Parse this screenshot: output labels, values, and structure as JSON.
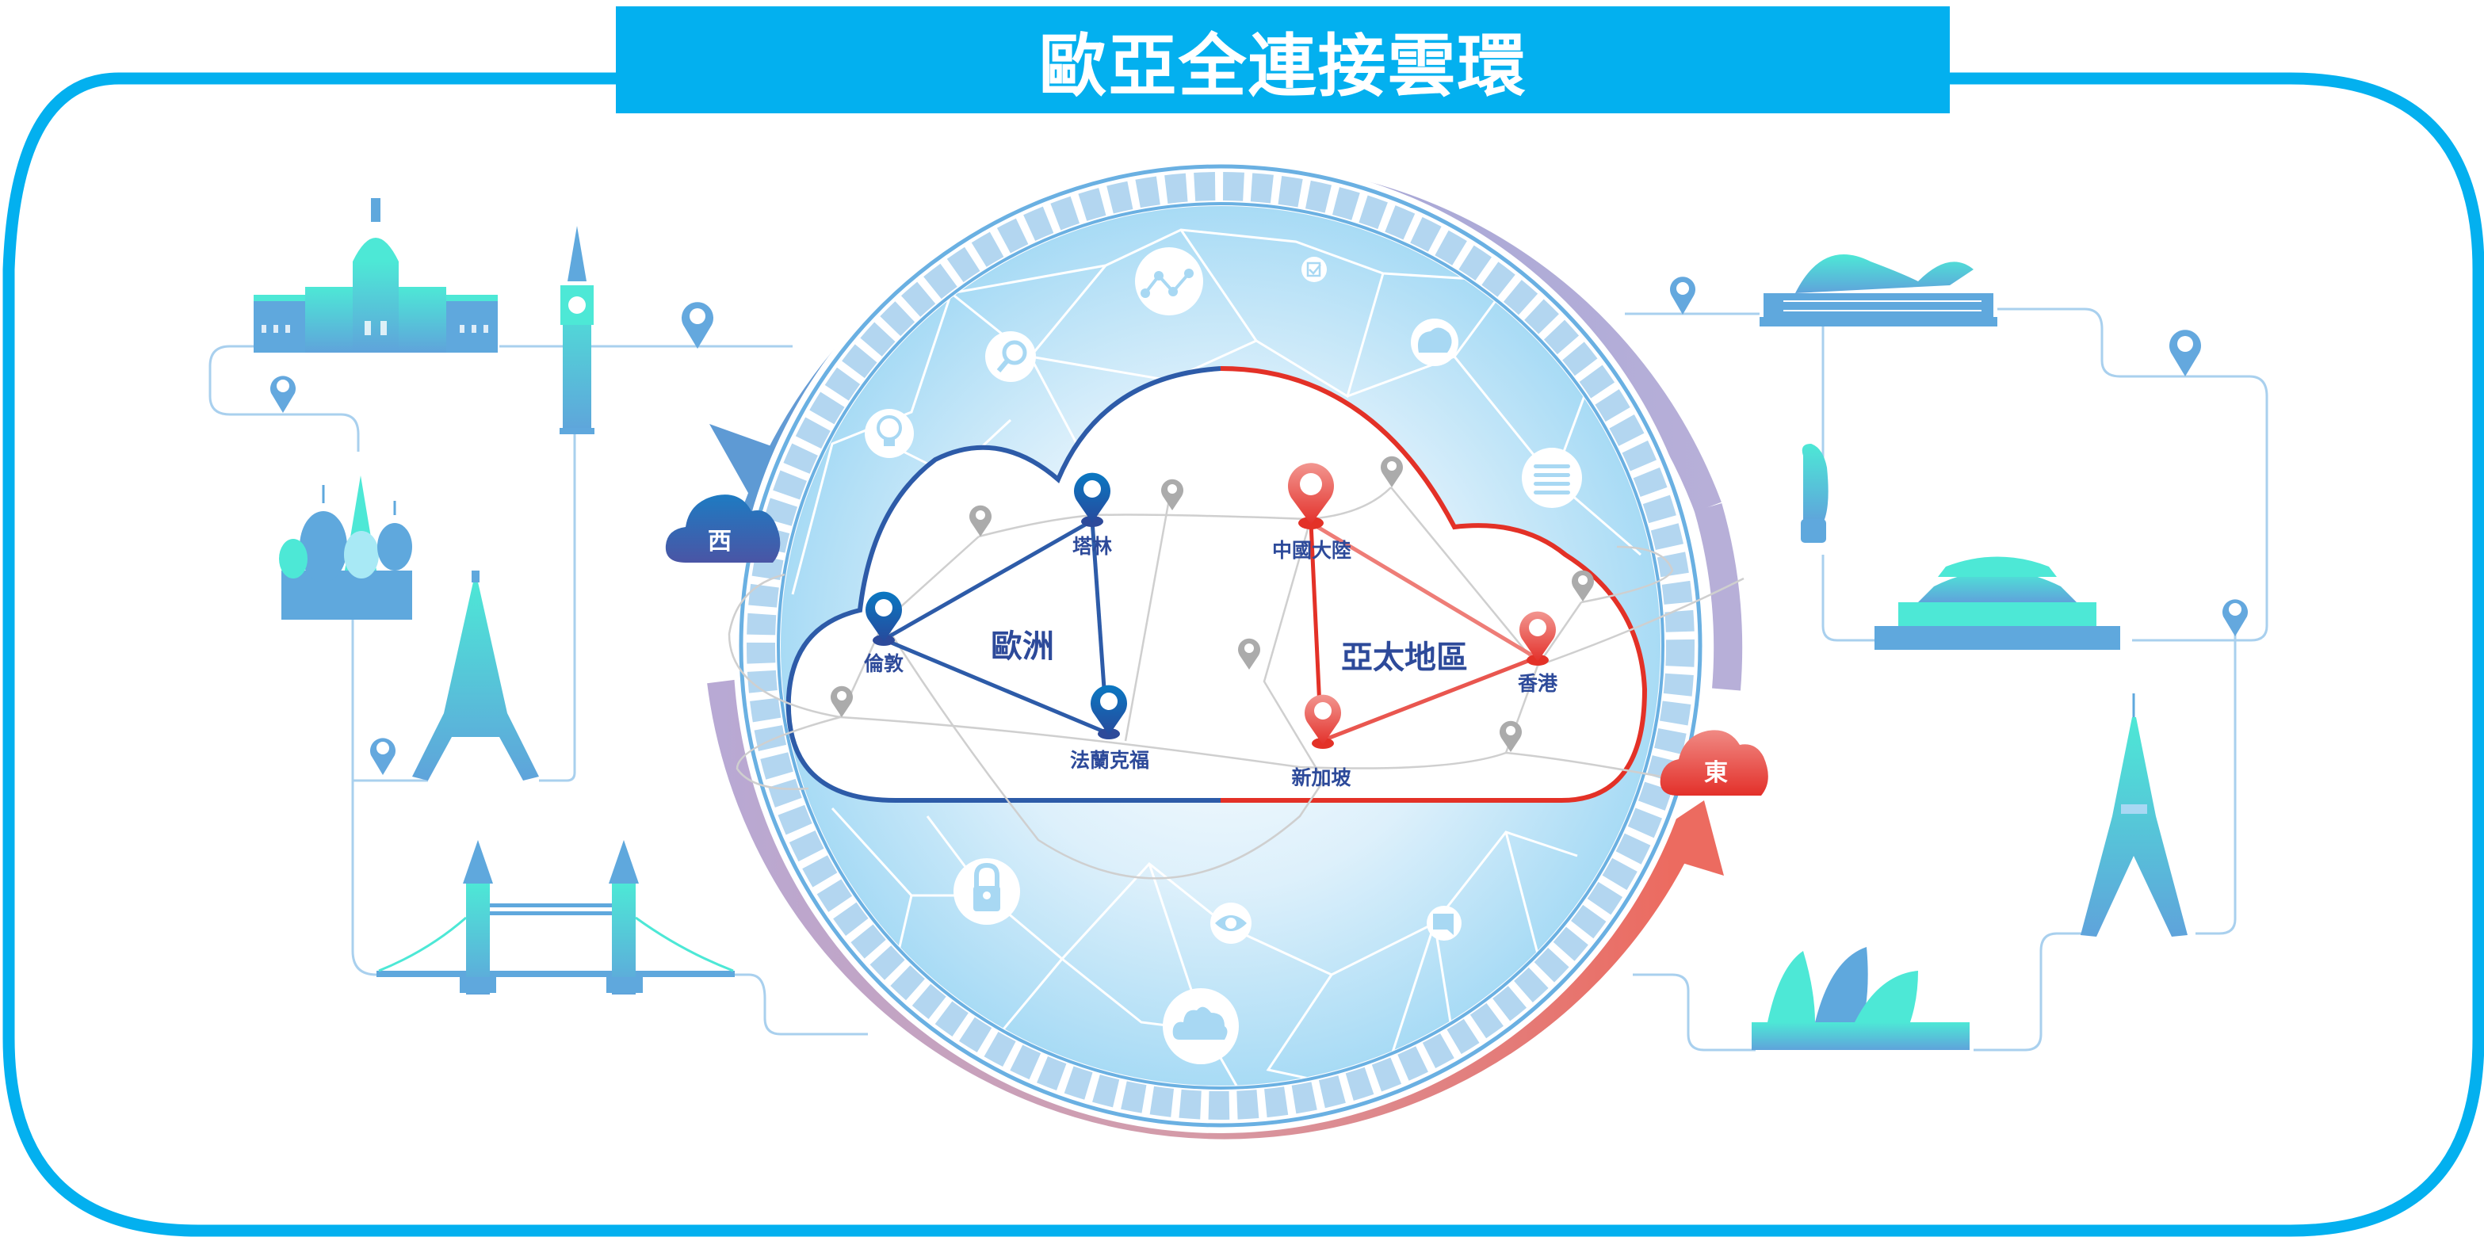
{
  "title": "歐亞全連接雲環",
  "colors": {
    "title_bar": "#03B0EF",
    "frame_border": "#03B0EF",
    "europe": "#2D5BA8",
    "asia_pacific": "#E33127",
    "label_text": "#2D4A9A",
    "landmark_primary": "#5FA8DD",
    "landmark_accent": "#4DE8D6",
    "ring_lavender": "#B3AFD8"
  },
  "badges": {
    "west": "西",
    "east": "東"
  },
  "regions": {
    "europe": {
      "label": "歐洲",
      "cities": [
        "倫敦",
        "塔林",
        "法蘭克福"
      ]
    },
    "asia_pacific": {
      "label": "亞太地區",
      "cities": [
        "中國大陸",
        "香港",
        "新加坡"
      ]
    }
  },
  "cities": {
    "london": "倫敦",
    "tallinn": "塔林",
    "frankfurt": "法蘭克福",
    "mainland_china": "中國大陸",
    "hong_kong": "香港",
    "singapore": "新加坡"
  },
  "ring_icons": [
    "chart-line-icon",
    "checklist-icon",
    "search-icon",
    "brain-icon",
    "lightbulb-icon",
    "list-icon",
    "lock-icon",
    "eye-icon",
    "chat-icon",
    "cloud-icon"
  ],
  "landmarks": {
    "left": [
      "charlottenburg-palace",
      "big-ben",
      "st-basils-cathedral",
      "eiffel-tower",
      "tower-bridge"
    ],
    "right": [
      "hong-kong-convention-centre",
      "merlion",
      "forbidden-city",
      "tokyo-tower",
      "sydney-opera-house"
    ]
  }
}
